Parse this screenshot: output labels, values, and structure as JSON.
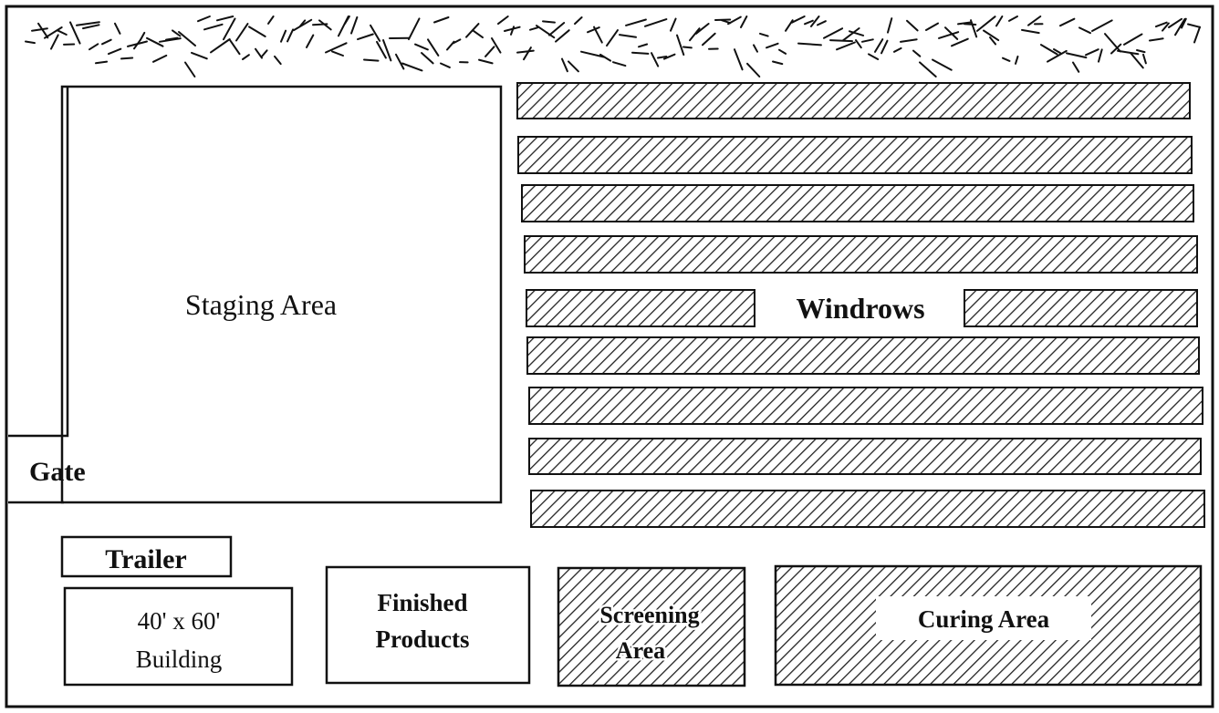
{
  "site_plan": {
    "tree_line_icon": "tree-line",
    "staging_area": {
      "label": "Staging Area"
    },
    "gate": {
      "label": "Gate"
    },
    "windrows": {
      "label": "Windrows",
      "count": 9
    },
    "trailer": {
      "label": "Trailer"
    },
    "building": {
      "label_line1": "40' x 60'",
      "label_line2": "Building"
    },
    "finished_products": {
      "label_line1": "Finished",
      "label_line2": "Products"
    },
    "screening_area": {
      "label_line1": "Screening",
      "label_line2": "Area"
    },
    "curing_area": {
      "label": "Curing Area"
    }
  }
}
